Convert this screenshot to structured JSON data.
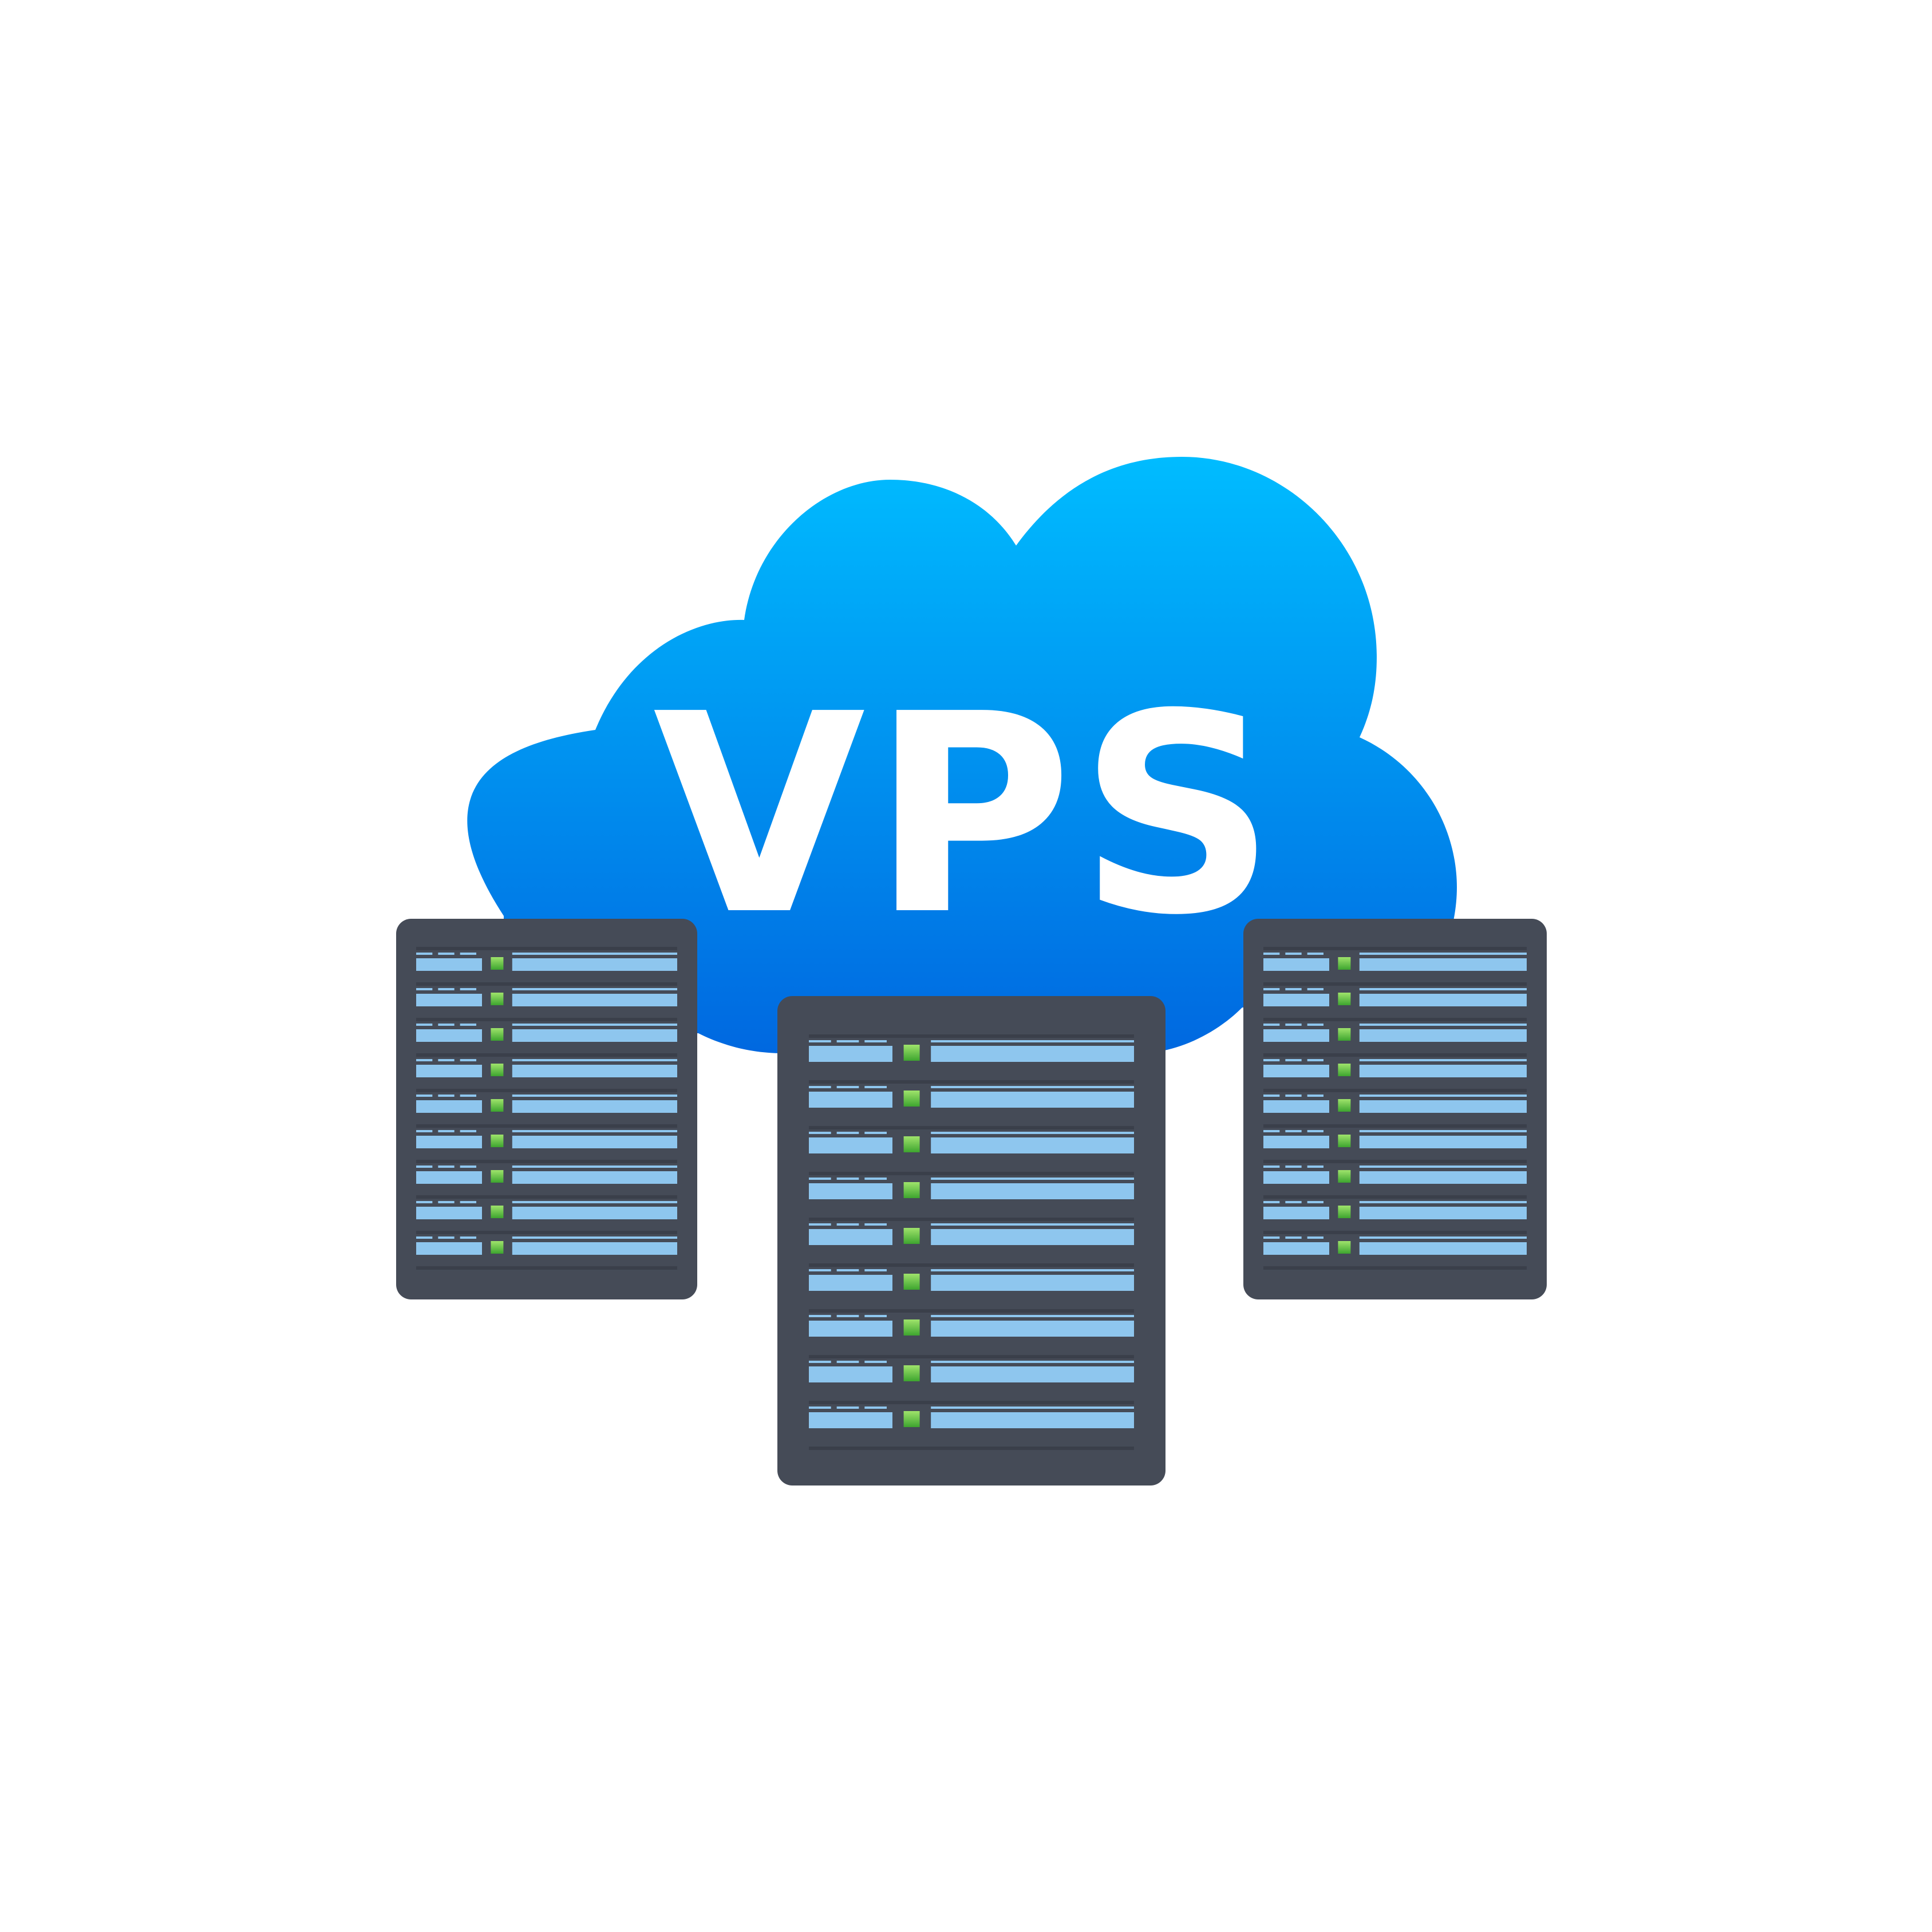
{
  "illustration": {
    "label": "VPS",
    "cloud": {
      "gradient_top": "#00bcff",
      "gradient_bottom": "#0068e0"
    },
    "text_color": "#ffffff",
    "server": {
      "body_color": "#454b57",
      "slot_color": "#8ec6ee",
      "slot_line_color": "#3a3f4a",
      "led_color": "#61c24a",
      "led_light_color": "#9fe36b"
    },
    "servers": [
      {
        "name": "left",
        "units": 9
      },
      {
        "name": "center",
        "units": 9
      },
      {
        "name": "right",
        "units": 9
      }
    ]
  }
}
